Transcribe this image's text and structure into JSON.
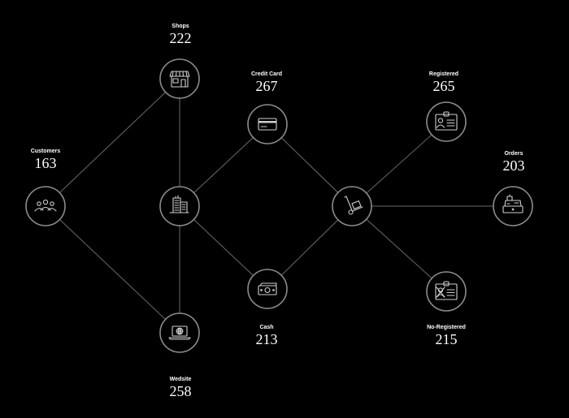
{
  "colors": {
    "background": "#000000",
    "edge": "#6a6a6a",
    "node_stroke": "#8c8c8c",
    "icon": "#cfcfcf",
    "text": "#ffffff"
  },
  "nodes": {
    "customers": {
      "label": "Customers",
      "value": "163",
      "icon": "people-icon"
    },
    "shops": {
      "label": "Shops",
      "value": "222",
      "icon": "storefront-icon"
    },
    "company": {
      "icon": "office-building-icon"
    },
    "website": {
      "label": "Wedsite",
      "value": "258",
      "icon": "laptop-globe-icon"
    },
    "credit_card": {
      "label": "Credit Card",
      "value": "267",
      "icon": "credit-card-icon"
    },
    "cash": {
      "label": "Cash",
      "value": "213",
      "icon": "cash-icon"
    },
    "delivery": {
      "icon": "hand-truck-icon"
    },
    "registered": {
      "label": "Registered",
      "value": "265",
      "icon": "id-badge-icon"
    },
    "no_registered": {
      "label": "No-Registered",
      "value": "215",
      "icon": "id-badge-x-icon"
    },
    "orders": {
      "label": "Orders",
      "value": "203",
      "icon": "cash-register-icon"
    }
  }
}
